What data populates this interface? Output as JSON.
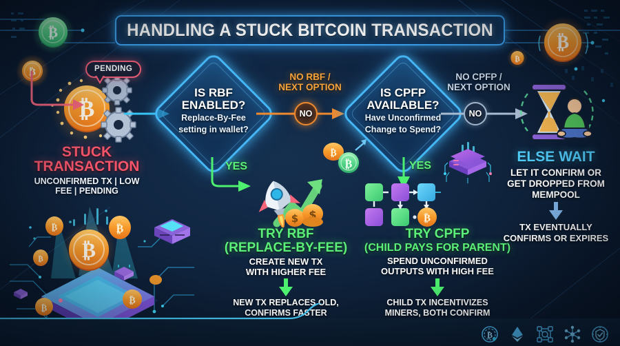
{
  "title": "HANDLING A STUCK BITCOIN TRANSACTION",
  "colors": {
    "accent_blue": "#45b7f5",
    "amber": "#f5a33c",
    "green": "#5bf07a",
    "red": "#f4556b",
    "cyan": "#4fc9f7",
    "steel": "#c4d4e6",
    "bg": "#0a1628"
  },
  "start": {
    "badge": "PENDING",
    "title_line1": "STUCK",
    "title_line2": "TRANSACTION",
    "sub_line1": "UNCONFIRMED TX | LOW",
    "sub_line2": "FEE | PENDING",
    "icon": "bitcoin-gears-icon"
  },
  "decisions": [
    {
      "id": "rbf",
      "question_line1": "IS RBF",
      "question_line2": "ENABLED?",
      "sub_line1": "Replace-By-Fee",
      "sub_line2": "setting in wallet?",
      "no_label_line1": "NO RBF /",
      "no_label_line2": "NEXT OPTION",
      "no_badge": "NO",
      "yes_label": "YES"
    },
    {
      "id": "cpfp",
      "question_line1": "IS CPFP",
      "question_line2": "AVAILABLE?",
      "sub_line1": "Have Unconfirmed",
      "sub_line2": "Change to Spend?",
      "no_label_line1": "NO CPFP /",
      "no_label_line2": "NEXT OPTION",
      "no_badge": "NO",
      "yes_label": "YES"
    }
  ],
  "outcomes": [
    {
      "id": "rbf",
      "icon": "rocket-growth-coins-icon",
      "title": "TRY RBF",
      "subtitle": "(REPLACE-BY-FEE)",
      "desc_line1": "CREATE NEW TX",
      "desc_line2": "WITH HIGHER FEE",
      "result_line1": "NEW TX REPLACES OLD,",
      "result_line2": "CONFIRMS FASTER"
    },
    {
      "id": "cpfp",
      "icon": "tx-chain-blocks-icon",
      "title": "TRY CPFP",
      "subtitle": "(CHILD PAYS FOR PARENT)",
      "desc_line1": "SPEND UNCONFIRMED",
      "desc_line2": "OUTPUTS WITH HIGH FEE",
      "result_line1": "CHILD TX INCENTIVIZES",
      "result_line2": "MINERS, BOTH CONFIRM"
    },
    {
      "id": "wait",
      "icon": "hourglass-meditation-icon",
      "title": "ELSE WAIT",
      "desc_line1": "LET IT CONFIRM OR",
      "desc_line2": "GET DROPPED FROM",
      "desc_line3": "MEMPOOL",
      "result_line1": "TX EVENTUALLY",
      "result_line2": "CONFIRMS OR EXPIRES"
    }
  ],
  "footer": {
    "icons": [
      "bitcoin-circle-icon",
      "ethereum-icon",
      "blockchain-chip-icon",
      "network-nodes-icon",
      "security-shield-icon"
    ]
  },
  "decor": {
    "top_left_coin": "bitcoin-coin-green",
    "top_left_coin2": "bitcoin-coin-orange",
    "top_right_coin": "bitcoin-coin-orange-large",
    "top_right_coin2": "bitcoin-coin-small",
    "mid_coins": "bitcoin-coins-pair",
    "server_block": "server-stack-icon",
    "bottom_left_scene": "isometric-crypto-circuit-scene"
  }
}
